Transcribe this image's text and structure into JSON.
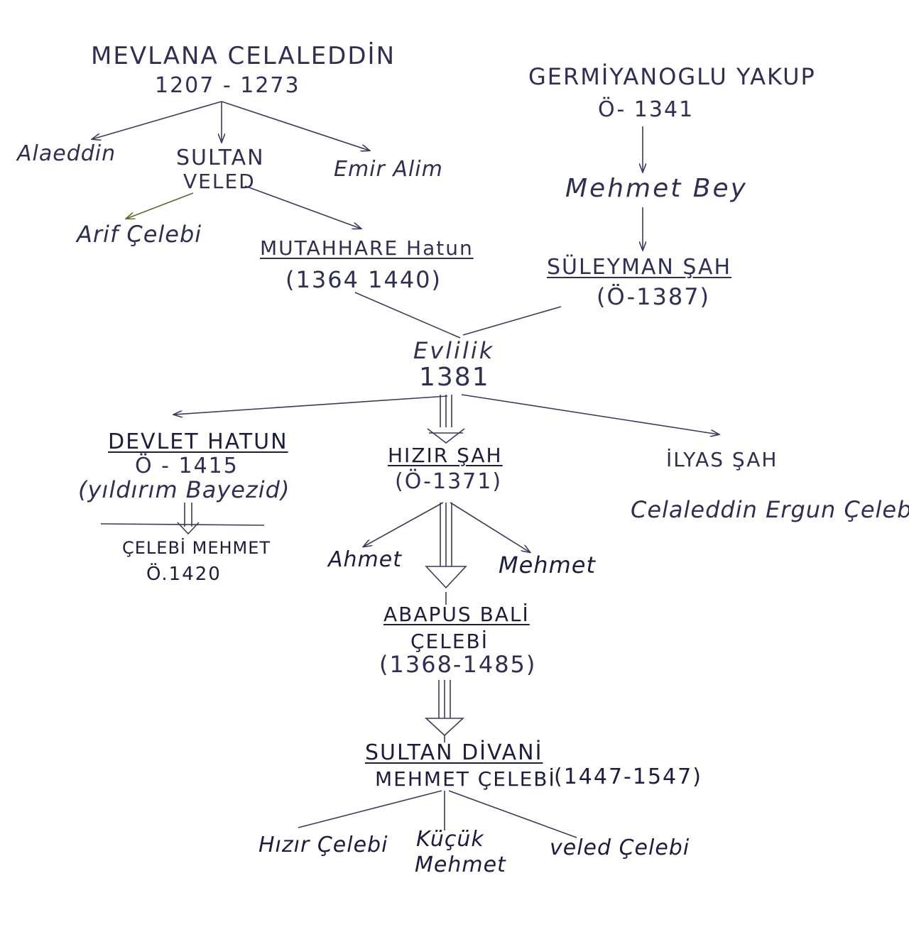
{
  "colors": {
    "ink": "#2f2f55",
    "ink_dark": "#1d1d40",
    "green_ink": "#5a6a30",
    "paper": "#ffffff"
  },
  "people": {
    "mevlana": {
      "name": "MEVLANA CELALEDDİN",
      "dates": "1207 - 1273"
    },
    "alaeddin": {
      "name": "Alaeddin"
    },
    "sultan_veled": {
      "name_line1": "SULTAN",
      "name_line2": "VELED"
    },
    "emir_alim": {
      "name": "Emir Alim"
    },
    "arif_celebi": {
      "name": "Arif Çelebi"
    },
    "mutahhare": {
      "name": "MUTAHHARE Hatun",
      "dates": "(1364 1440)"
    },
    "germiyanoglu": {
      "name": "GERMİYANOGLU YAKUP",
      "dates": "Ö- 1341"
    },
    "mehmet_bey": {
      "name": "Mehmet Bey"
    },
    "suleyman": {
      "name": "SÜLEYMAN ŞAH",
      "dates": "(Ö-1387)"
    },
    "evlilik": {
      "label": "Evlilik",
      "year": "1381"
    },
    "devlet_hatun": {
      "name": "DEVLET HATUN",
      "dates": "Ö - 1415",
      "note": "(yıldırım Bayezid)"
    },
    "celebi_mehmet": {
      "name": "ÇELEBİ MEHMET",
      "dates": "Ö.1420"
    },
    "hizir_sah": {
      "name": "HIZIR ŞAH",
      "dates": "(Ö-1371)"
    },
    "ilyas_sah": {
      "name": "İLYAS ŞAH"
    },
    "celaleddin_ergun": {
      "name": "Celaleddin Ergun Çelebi"
    },
    "ahmet": {
      "name": "Ahmet"
    },
    "mehmet": {
      "name": "Mehmet"
    },
    "abapus_bali": {
      "name_line1": "ABAPUS BALİ",
      "name_line2": "ÇELEBİ",
      "dates": "(1368-1485)"
    },
    "sultan_divani": {
      "name_line1": "SULTAN DİVANİ",
      "name_line2": "MEHMET ÇELEBİ",
      "dates": "(1447-1547)"
    },
    "hizir_celebi": {
      "name": "Hızır Çelebi"
    },
    "kucuk_mehmet": {
      "name_line1": "Küçük",
      "name_line2": "Mehmet"
    },
    "veled_celebi": {
      "name": "veled Çelebi"
    }
  }
}
